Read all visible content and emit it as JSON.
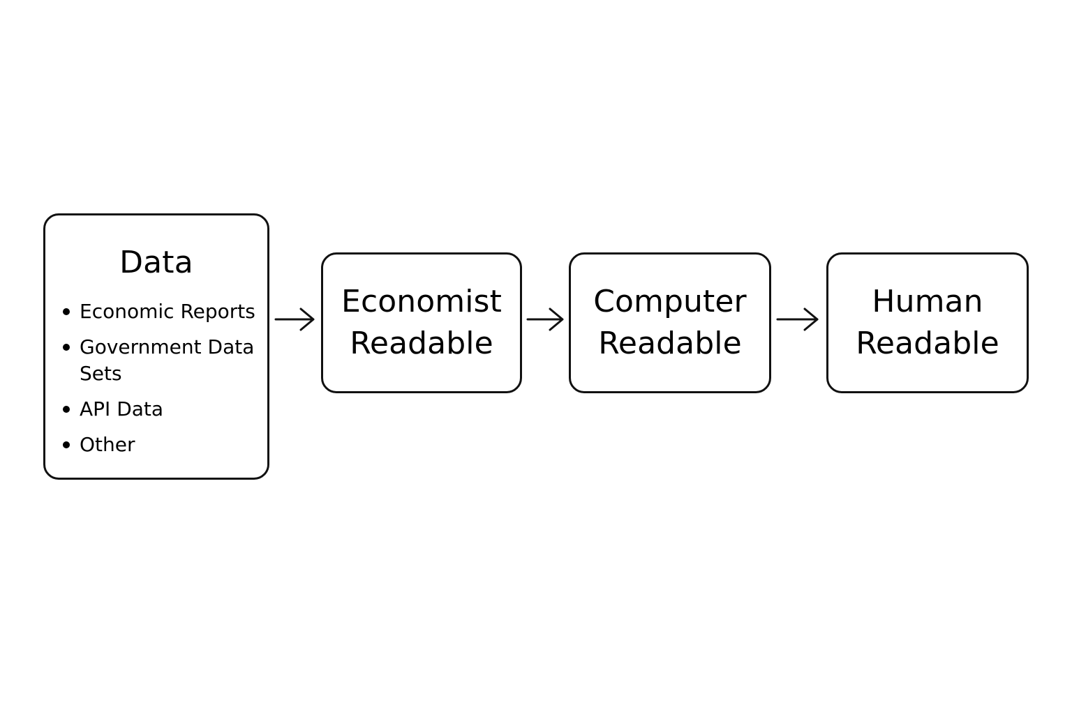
{
  "diagram": {
    "source": {
      "title": "Data",
      "items": [
        "Economic Reports",
        "Government Data Sets",
        "API Data",
        "Other"
      ]
    },
    "stages": [
      {
        "line1": "Economist",
        "line2": "Readable"
      },
      {
        "line1": "Computer",
        "line2": "Readable"
      },
      {
        "line1": "Human",
        "line2": "Readable"
      }
    ],
    "connector_icons": [
      "right-arrow-icon",
      "right-arrow-icon",
      "right-arrow-icon"
    ],
    "colors": {
      "stroke": "#111111",
      "background": "#ffffff",
      "text": "#000000"
    }
  }
}
